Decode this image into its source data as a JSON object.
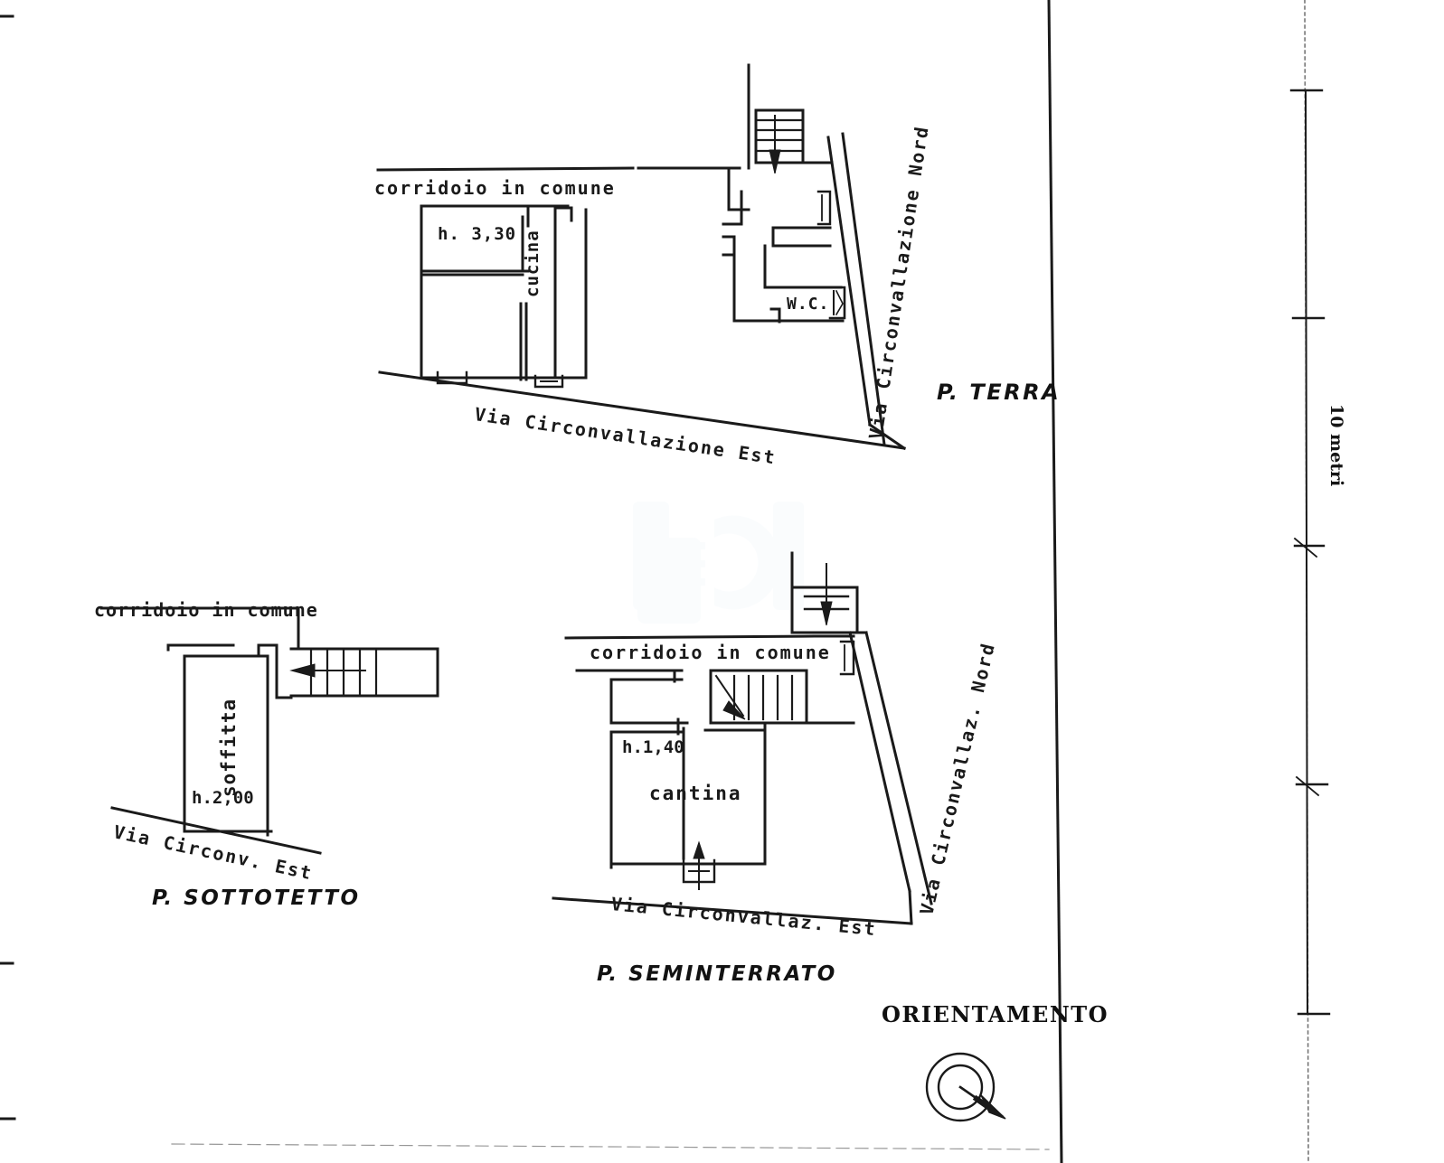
{
  "document": {
    "kind": "scanned-floor-plan",
    "scale_bar": {
      "label": "10 metri",
      "ticks": 5
    },
    "orientation": {
      "title": "ORIENTAMENTO",
      "needle_direction": "south-east"
    }
  },
  "plans": [
    {
      "id": "piano-terra",
      "caption": "P. TERRA",
      "labels": {
        "corridor": "corridoio in comune",
        "height": "h. 3,30",
        "kitchen": "cucina",
        "wc": "W.C.",
        "street_east": "Via Circonvallazione Est",
        "street_north": "Via Circonvallazione Nord"
      }
    },
    {
      "id": "piano-sottotetto",
      "caption": "P. SOTTOTETTO",
      "labels": {
        "corridor": "corridoio in comune",
        "room": "soffitta",
        "height": "h.2,00",
        "street_east": "Via Circonv. Est"
      }
    },
    {
      "id": "piano-seminterrato",
      "caption": "P. SEMINTERRATO",
      "labels": {
        "corridor": "corridoio in comune",
        "room": "cantina",
        "height": "h.1,40",
        "street_east": "Via Circonvallaz. Est",
        "street_north": "Via Circonvallaz. Nord"
      }
    }
  ],
  "colors": {
    "ink": "#1a1a1a",
    "paper": "#ffffff",
    "watermark": "#b9cfe8"
  }
}
